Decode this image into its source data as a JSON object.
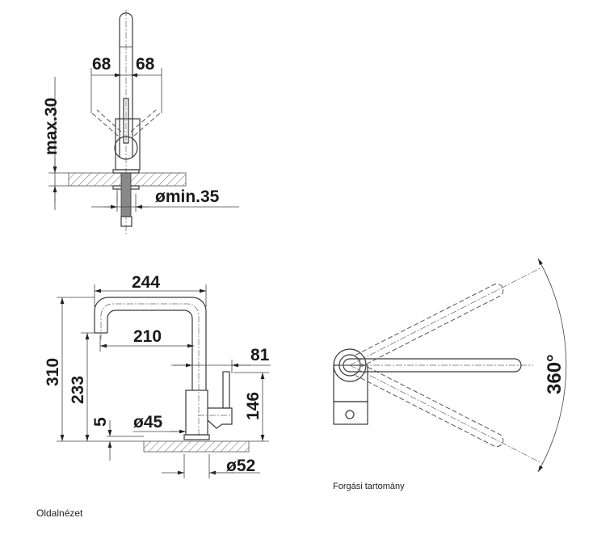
{
  "front_view": {
    "dim_left": "68",
    "dim_right": "68",
    "dim_height": "max.30",
    "dim_hole": "ømin.35"
  },
  "side_view": {
    "caption": "Oldalnézet",
    "dim_reach_total": "244",
    "dim_reach_spout": "210",
    "dim_total_height": "310",
    "dim_outlet_height": "233",
    "dim_handle": "81",
    "dim_handle_height": "146",
    "dim_base": "5",
    "dim_body_dia": "ø45",
    "dim_base_dia": "ø52"
  },
  "rotation_view": {
    "caption": "Forgási tartomány",
    "dim_angle": "360°"
  }
}
